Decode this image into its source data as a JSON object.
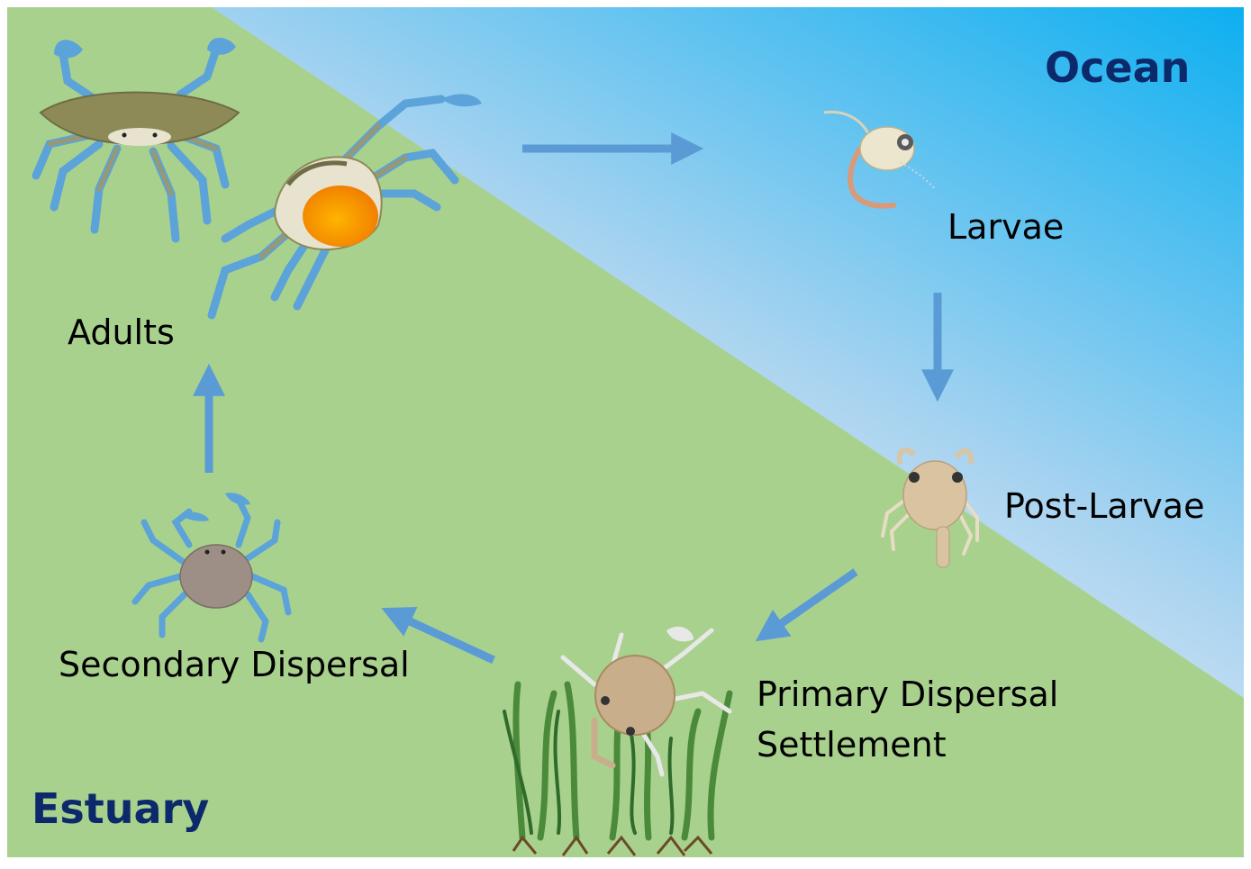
{
  "regions": {
    "ocean": "Ocean",
    "estuary": "Estuary"
  },
  "stages": {
    "adults": "Adults",
    "larvae": "Larvae",
    "post_larvae": "Post-Larvae",
    "primary_line1": "Primary Dispersal",
    "primary_line2": "Settlement",
    "secondary": "Secondary Dispersal"
  },
  "icons": {
    "adults": "blue-crab-pair-icon",
    "larvae": "zoea-larva-icon",
    "post_larvae": "megalopa-icon",
    "primary": "juvenile-crab-seagrass-icon",
    "secondary": "juvenile-blue-crab-icon"
  },
  "colors": {
    "estuary_green": "#a9d18e",
    "ocean_light": "#bdd7ee",
    "ocean_blue": "#00b0f0",
    "arrow": "#5b9bd5",
    "region_text": "#0c2a6b"
  }
}
